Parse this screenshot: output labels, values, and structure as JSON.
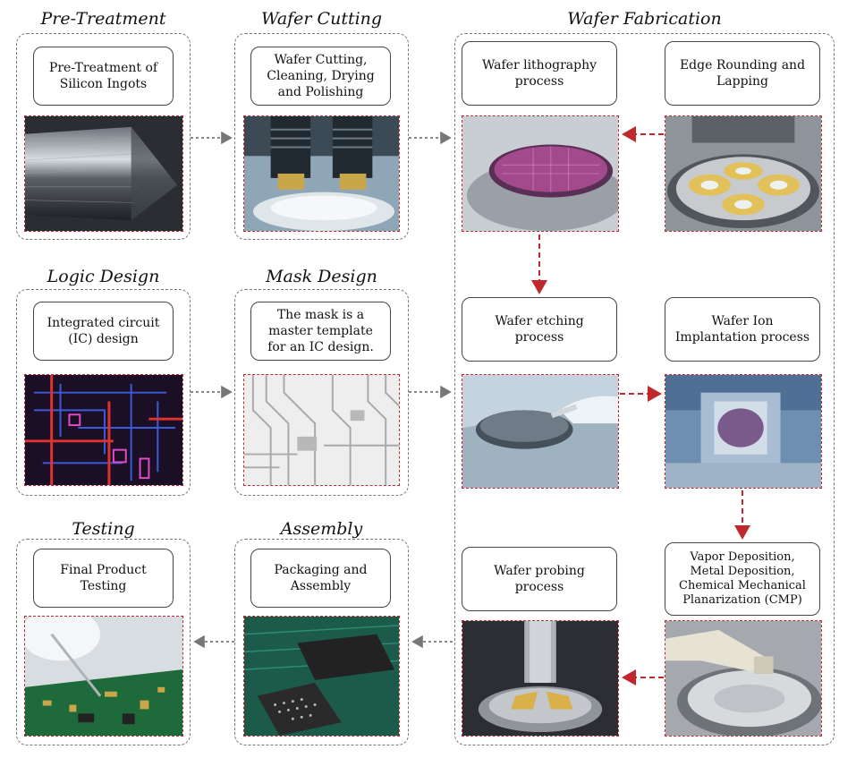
{
  "stages": {
    "pre_treatment": {
      "title": "Pre-Treatment",
      "label": "Pre-Treatment of Silicon Ingots",
      "image": "silicon-ingot"
    },
    "wafer_cutting": {
      "title": "Wafer Cutting",
      "label": "Wafer Cutting, Cleaning, Drying and Polishing",
      "image": "wafer-cutting-machine"
    },
    "wafer_fabrication": {
      "title": "Wafer Fabrication",
      "steps": {
        "lithography": {
          "label": "Wafer lithography process",
          "image": "wafer-lithography"
        },
        "edge_rounding": {
          "label": "Edge Rounding and Lapping",
          "image": "lapping-machine"
        },
        "etching": {
          "label": "Wafer etching process",
          "image": "wafer-etching"
        },
        "ion_implantation": {
          "label": "Wafer Ion Implantation process",
          "image": "ion-implanter"
        },
        "deposition": {
          "label": "Vapor Deposition, Metal Deposition, Chemical Mechanical Planarization (CMP)",
          "image": "cmp-machine"
        },
        "probing": {
          "label": "Wafer probing process",
          "image": "wafer-prober"
        }
      }
    },
    "logic_design": {
      "title": "Logic Design",
      "label": "Integrated circuit (IC) design",
      "image": "circuit-layout"
    },
    "mask_design": {
      "title": "Mask Design",
      "label": "The mask is a master template for an IC design.",
      "image": "photomask-pattern"
    },
    "testing": {
      "title": "Testing",
      "label": "Final Product Testing",
      "image": "pcb-testing"
    },
    "assembly": {
      "title": "Assembly",
      "label": "Packaging and Assembly",
      "image": "chip-packaging"
    }
  },
  "colors": {
    "flow_arrow": "#777777",
    "fab_arrow": "#c0282d",
    "photo_border": "#c0282d",
    "group_border": "#777777"
  }
}
